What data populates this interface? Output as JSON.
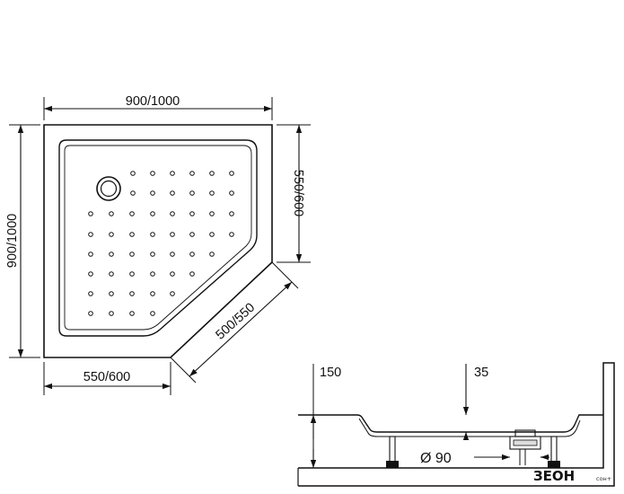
{
  "plan_view": {
    "width_label": "900/1000",
    "depth_label": "900/1000",
    "right_side_label": "550/600",
    "bottom_side_label": "550/600",
    "diagonal_label": "500/550"
  },
  "section_view": {
    "total_height_label": "150",
    "tray_depth_label": "35",
    "drain_label": "Ø 90"
  },
  "logo": {
    "text": "ЗЕОН",
    "subtext": "сон+"
  }
}
